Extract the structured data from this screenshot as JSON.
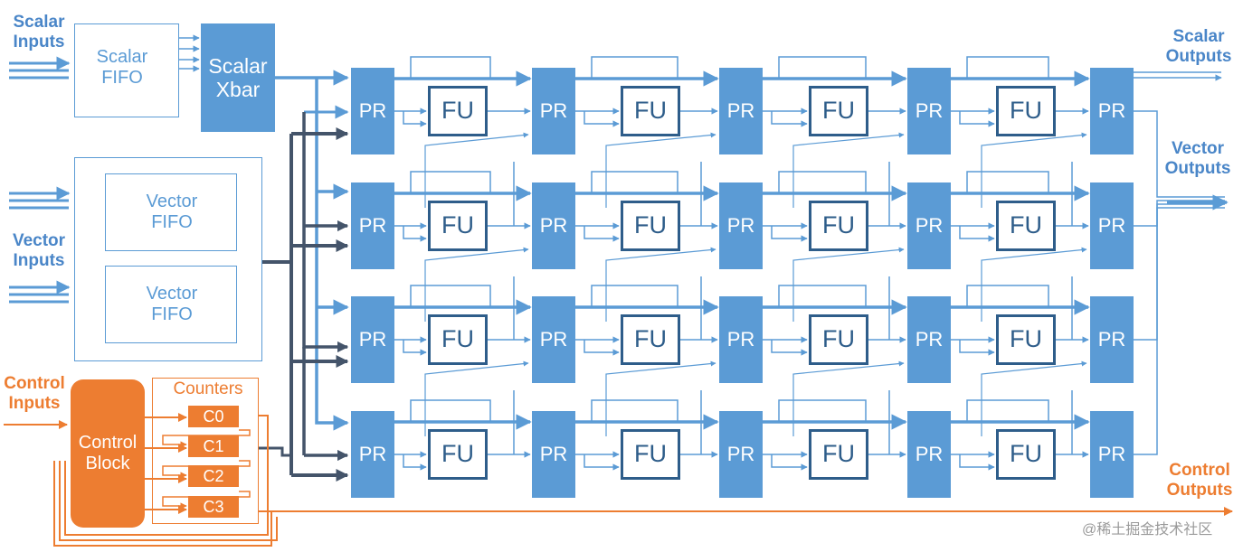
{
  "labels": {
    "scalar_inputs": "Scalar\nInputs",
    "vector_inputs": "Vector\nInputs",
    "control_inputs": "Control\nInputs",
    "scalar_outputs": "Scalar\nOutputs",
    "vector_outputs": "Vector\nOutputs",
    "control_outputs": "Control\nOutputs",
    "scalar_fifo": "Scalar\nFIFO",
    "scalar_xbar": "Scalar\nXbar",
    "vector_fifo_1": "Vector\nFIFO",
    "vector_fifo_2": "Vector\nFIFO",
    "control_block": "Control\nBlock",
    "counters": "Counters",
    "pr": "PR",
    "fu": "FU",
    "watermark": "@稀土掘金技术社区"
  },
  "counters": [
    "C0",
    "C1",
    "C2",
    "C3"
  ],
  "grid": {
    "rows": 4,
    "pr_columns": 6,
    "fu_columns": 5
  },
  "colors": {
    "pr_fill": "#5b9bd5",
    "fu_border": "#2e5d8a",
    "wire_blue": "#5b9bd5",
    "bus_gray": "#44546a",
    "control_orange": "#ed7d31"
  }
}
